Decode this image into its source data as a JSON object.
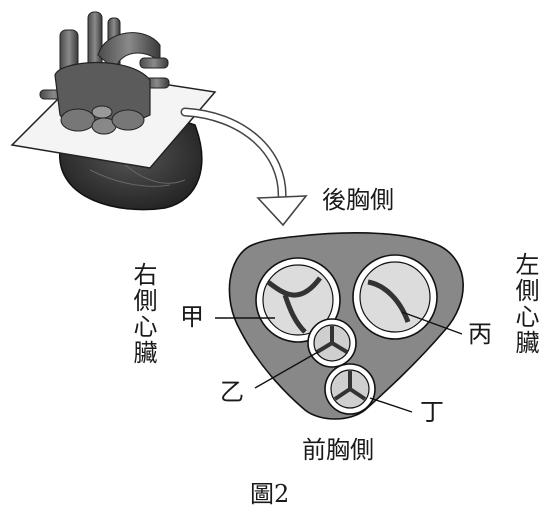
{
  "labels": {
    "posterior": "後胸側",
    "anterior": "前胸側",
    "right_heart": "右側心臟",
    "left_heart": "左側心臟",
    "valve_a": "甲",
    "valve_b": "乙",
    "valve_c": "丙",
    "valve_d": "丁",
    "caption": "圖2"
  }
}
